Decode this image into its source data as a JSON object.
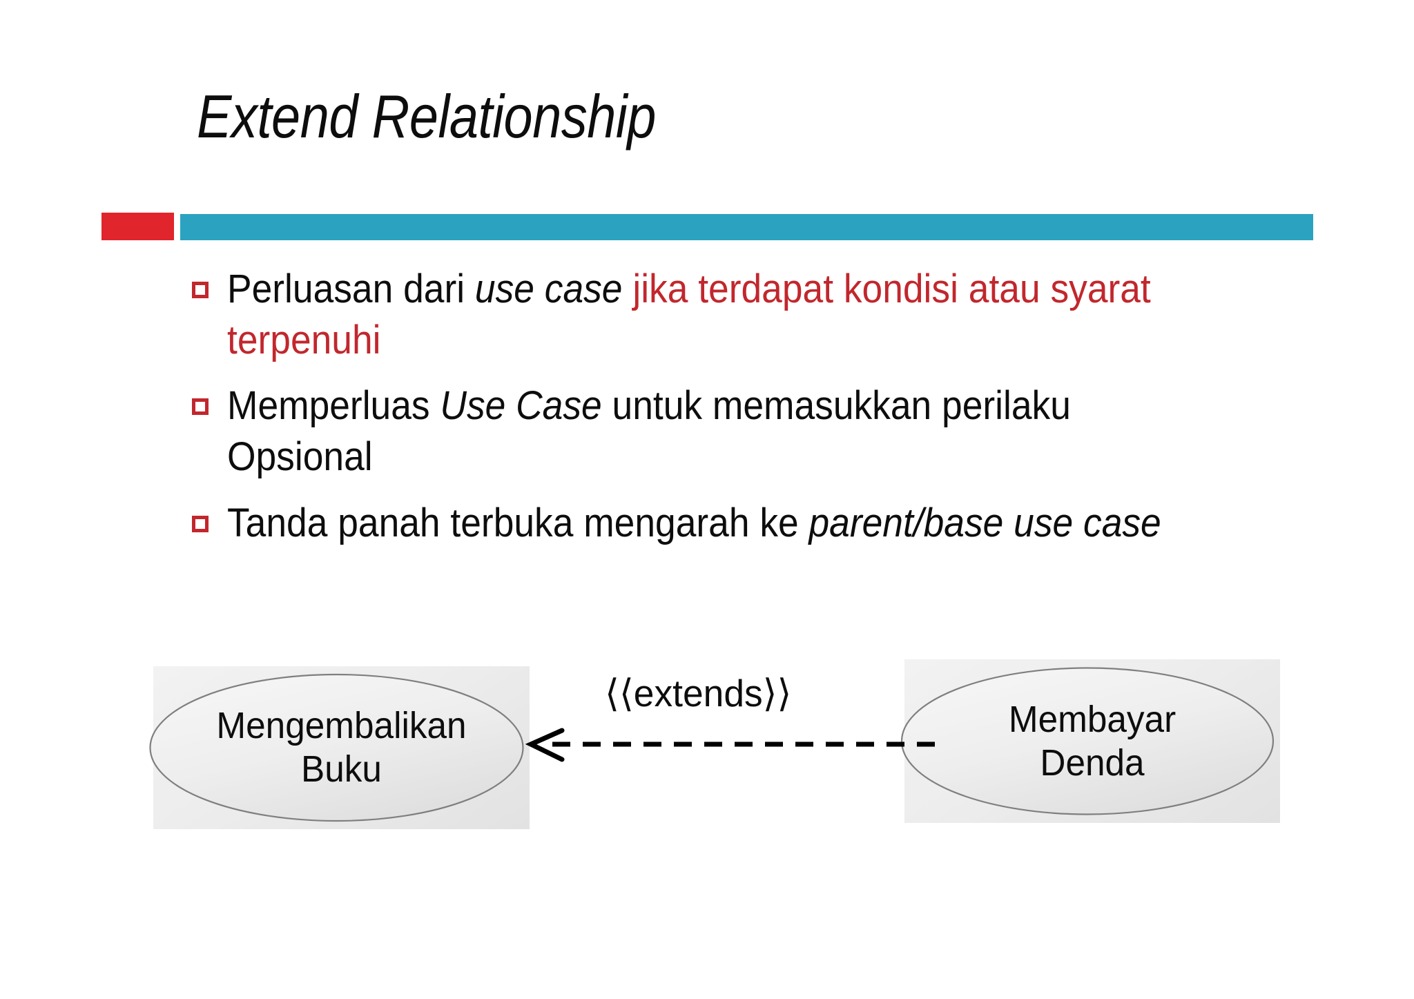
{
  "slide": {
    "title": "Extend Relationship",
    "accent_red": "#e0252c",
    "accent_teal": "#2ba3c0",
    "bullet_marker_color": "#c1272d",
    "text_color": "#0d0d0d"
  },
  "bullets": [
    {
      "segments": [
        {
          "text": "Perluasan dari ",
          "style": "normal",
          "color": "black"
        },
        {
          "text": "use case",
          "style": "italic",
          "color": "black"
        },
        {
          "text": " ",
          "style": "normal",
          "color": "black"
        },
        {
          "text": "jika terdapat kondisi atau syarat terpenuhi",
          "style": "normal",
          "color": "red"
        }
      ],
      "plain": "Perluasan dari use case jika terdapat kondisi atau syarat terpenuhi"
    },
    {
      "segments": [
        {
          "text": "Memperluas ",
          "style": "normal",
          "color": "black"
        },
        {
          "text": "Use Case",
          "style": "italic",
          "color": "black"
        },
        {
          "text": " untuk memasukkan perilaku Opsional",
          "style": "normal",
          "color": "black"
        }
      ],
      "plain": "Memperluas Use Case untuk memasukkan perilaku Opsional"
    },
    {
      "segments": [
        {
          "text": "Tanda panah terbuka mengarah ke ",
          "style": "normal",
          "color": "black"
        },
        {
          "text": "parent/base use case",
          "style": "italic",
          "color": "black"
        }
      ],
      "plain": "Tanda panah terbuka mengarah ke parent/base use case"
    }
  ],
  "diagram": {
    "type": "uml-use-case",
    "nodes": [
      {
        "id": "left",
        "line1": "Mengembalikan",
        "line2": "Buku"
      },
      {
        "id": "right",
        "line1": "Membayar",
        "line2": "Denda"
      }
    ],
    "relationship": {
      "stereotype": "⟨⟨extends⟩⟩",
      "line_style": "dashed",
      "arrow_head": "open",
      "direction": "right-to-left",
      "from": "Membayar Denda",
      "to": "Mengembalikan Buku"
    },
    "node_fill_start": "#f2f2f2",
    "node_fill_end": "#e2e2e2",
    "node_stroke": "#7f7f7f",
    "connector_color": "#000000"
  }
}
